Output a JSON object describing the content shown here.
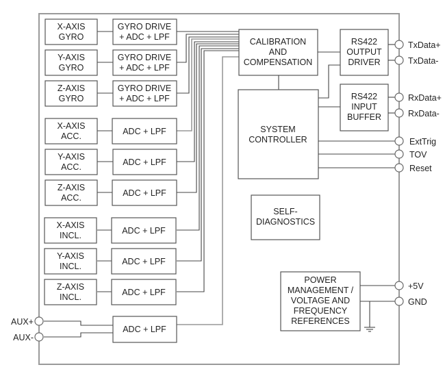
{
  "title": "IMU Functional Block Diagram",
  "sensors": [
    {
      "line1": "X-AXIS",
      "line2": "GYRO"
    },
    {
      "line1": "Y-AXIS",
      "line2": "GYRO"
    },
    {
      "line1": "Z-AXIS",
      "line2": "GYRO"
    },
    {
      "line1": "X-AXIS",
      "line2": "ACC."
    },
    {
      "line1": "Y-AXIS",
      "line2": "ACC."
    },
    {
      "line1": "Z-AXIS",
      "line2": "ACC."
    },
    {
      "line1": "X-AXIS",
      "line2": "INCL."
    },
    {
      "line1": "Y-AXIS",
      "line2": "INCL."
    },
    {
      "line1": "Z-AXIS",
      "line2": "INCL."
    }
  ],
  "converters": [
    {
      "line1": "GYRO DRIVE",
      "line2": "+ ADC + LPF"
    },
    {
      "line1": "GYRO DRIVE",
      "line2": "+ ADC + LPF"
    },
    {
      "line1": "GYRO DRIVE",
      "line2": "+ ADC + LPF"
    },
    {
      "line1": "ADC + LPF",
      "line2": ""
    },
    {
      "line1": "ADC + LPF",
      "line2": ""
    },
    {
      "line1": "ADC + LPF",
      "line2": ""
    },
    {
      "line1": "ADC + LPF",
      "line2": ""
    },
    {
      "line1": "ADC + LPF",
      "line2": ""
    },
    {
      "line1": "ADC + LPF",
      "line2": ""
    }
  ],
  "aux_converter": {
    "label": "ADC + LPF"
  },
  "calibration": {
    "line1": "CALIBRATION",
    "line2": "AND",
    "line3": "COMPENSATION"
  },
  "system_controller": {
    "line1": "SYSTEM",
    "line2": "CONTROLLER"
  },
  "self_diagnostics": {
    "line1": "SELF-",
    "line2": "DIAGNOSTICS"
  },
  "rs422_output": {
    "line1": "RS422",
    "line2": "OUTPUT",
    "line3": "DRIVER"
  },
  "rs422_input": {
    "line1": "RS422",
    "line2": "INPUT",
    "line3": "BUFFER"
  },
  "power": {
    "line1": "POWER",
    "line2": "MANAGEMENT /",
    "line3": "VOLTAGE AND",
    "line4": "FREQUENCY",
    "line5": "REFERENCES"
  },
  "pins_right": {
    "txdata_plus": "TxData+",
    "txdata_minus": "TxData-",
    "rxdata_plus": "RxData+",
    "rxdata_minus": "RxData-",
    "exttrig": "ExtTrig",
    "tov": "TOV",
    "reset": "Reset",
    "plus5v": "+5V",
    "gnd": "GND"
  },
  "pins_left": {
    "aux_plus": "AUX+",
    "aux_minus": "AUX-"
  }
}
